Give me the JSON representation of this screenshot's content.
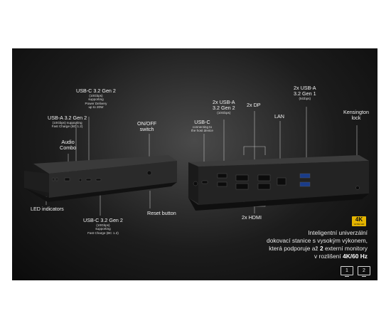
{
  "labels": {
    "usbc_front": {
      "main": "USB-C 3.2 Gen 2",
      "sub": [
        "(10Gbps)",
        "supporting",
        "Power Delivery",
        "up to 20W"
      ]
    },
    "usba_front": {
      "main": "USB-A 3.2 Gen 2",
      "sub": [
        "(10Gbps) supporting",
        "Fast Charge (BC 1.2)"
      ]
    },
    "audio": {
      "main": [
        "Audio",
        "Combo"
      ]
    },
    "onoff": {
      "main": [
        "ON/OFF",
        "switch"
      ]
    },
    "led": {
      "main": "LED indicators"
    },
    "usbc_bottom": {
      "main": "USB-C 3.2 Gen 2",
      "sub": [
        "(10Gbps)",
        "supporting",
        "Fast Charge (BC 1.2)"
      ]
    },
    "reset": {
      "main": "Reset button"
    },
    "usbc_host": {
      "main": "USB-C",
      "sub": [
        "connecting to",
        "the host device"
      ]
    },
    "usba_rear_gen2": {
      "main": [
        "2x USB-A",
        "3.2 Gen 2"
      ],
      "sub": [
        "(10Gbps)"
      ]
    },
    "dp": {
      "main": "2x DP"
    },
    "lan": {
      "main": "LAN"
    },
    "usba_rear_gen1": {
      "main": [
        "2x USB-A",
        "3.2 Gen 1"
      ],
      "sub": [
        "(5Gbps)"
      ]
    },
    "kensington": {
      "main": [
        "Kensington",
        "lock"
      ]
    },
    "hdmi": {
      "main": "2x HDMI"
    }
  },
  "badge": {
    "text": "4K",
    "sub": "ULTRA HD"
  },
  "description": {
    "line1": "Inteligentní univerzální",
    "line2": "dokovací stanice s vysokým výkonem,",
    "line3_pre": "která podporuje až ",
    "line3_bold": "2",
    "line3_post": " externí monitory",
    "line4_pre": "v rozlišení ",
    "line4_bold": "4K/60 Hz"
  },
  "monitors": [
    "1",
    "2"
  ],
  "colors": {
    "panel": "#1c1c1c",
    "badge": "#e4b400",
    "text": "#f2f2f2"
  }
}
